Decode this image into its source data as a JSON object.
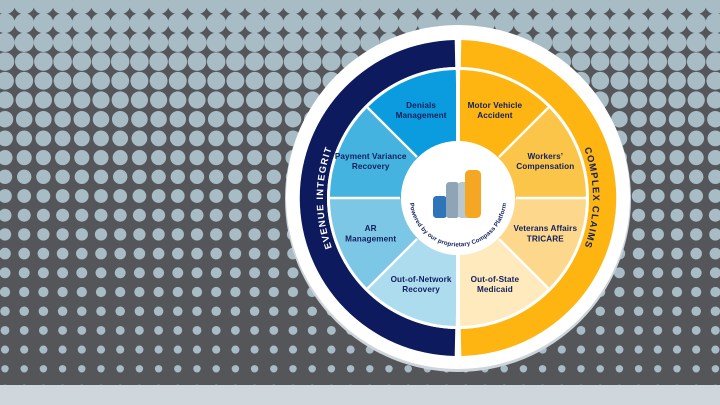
{
  "background": {
    "dot_color": "#a8bcc6",
    "base_color": "#55565a",
    "bottom_bar_color": "#cfd7dc"
  },
  "wheel": {
    "outer_glow_color": "#ffffff",
    "outer_shadow_color": "#cdd5da",
    "divider_color": "#ffffff",
    "rings": [
      {
        "name": "revenue-integrity",
        "label": "REVENUE INTEGRITY",
        "band_color": "#0d1a5e",
        "text_color": "#ffffff",
        "side": "left"
      },
      {
        "name": "complex-claims",
        "label": "COMPLEX CLAIMS",
        "band_color": "#ffb511",
        "text_color": "#12205c",
        "side": "right"
      }
    ],
    "segments": [
      {
        "id": "denials-management",
        "line1": "Denials",
        "line2": "Management",
        "color": "#0b9cdf",
        "side": "left"
      },
      {
        "id": "payment-variance-recovery",
        "line1": "Payment Variance",
        "line2": "Recovery",
        "color": "#45b3e0",
        "side": "left"
      },
      {
        "id": "ar-management",
        "line1": "AR",
        "line2": "Management",
        "color": "#7cc6e6",
        "side": "left"
      },
      {
        "id": "out-of-network-recovery",
        "line1": "Out-of-Network",
        "line2": "Recovery",
        "color": "#aedcef",
        "side": "left"
      },
      {
        "id": "motor-vehicle-accident",
        "line1": "Motor Vehicle",
        "line2": "Accident",
        "color": "#ffb511",
        "side": "right"
      },
      {
        "id": "workers-compensation",
        "line1": "Workers’",
        "line2": "Compensation",
        "color": "#fbc54a",
        "side": "right"
      },
      {
        "id": "veterans-affairs-tricare",
        "line1": "Veterans Affairs",
        "line2": "TRICARE",
        "color": "#fdd88c",
        "side": "right"
      },
      {
        "id": "out-of-state-medicaid",
        "line1": "Out-of-State",
        "line2": "Medicaid",
        "color": "#feeabd",
        "side": "right"
      }
    ],
    "center": {
      "hub_color": "#ffffff",
      "curved_text": "Powered by our proprietary Compass Platform",
      "logo": {
        "name": "compass-bar-logo",
        "bars": [
          {
            "color": "#2d74b8"
          },
          {
            "color": "#3e9dd6"
          },
          {
            "color": "#8fa5b5"
          },
          {
            "color": "#b9c7d1"
          },
          {
            "color": "#f5a623"
          }
        ]
      }
    }
  }
}
